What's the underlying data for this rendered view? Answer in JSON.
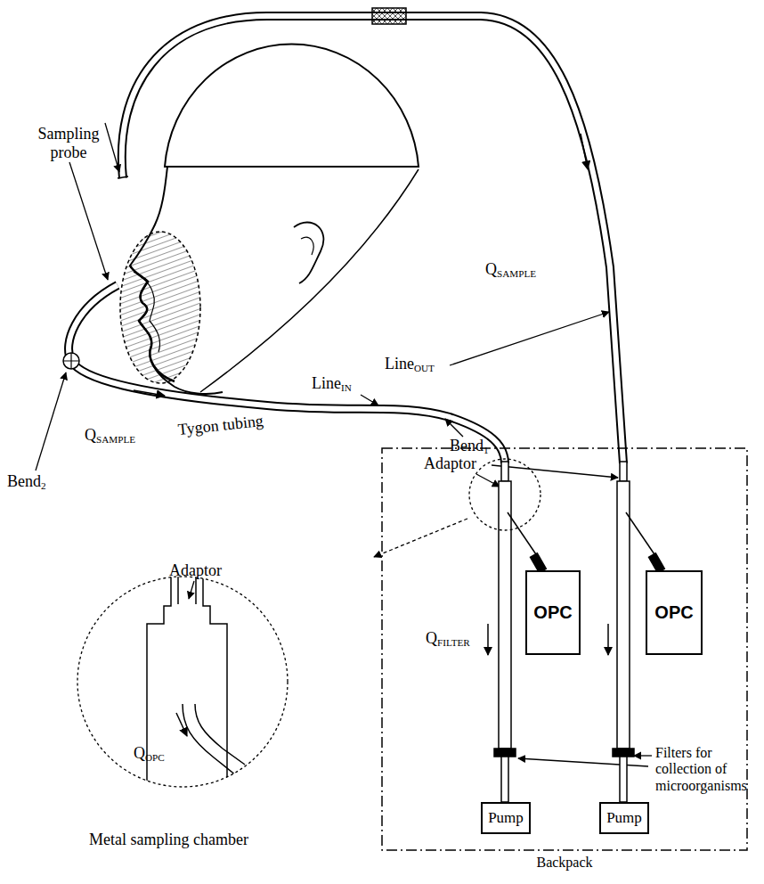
{
  "diagram": {
    "nodes": [
      {
        "text": [
          "Backpack"
        ]
      },
      {
        "text": [
          "OPC"
        ],
        "in": 0
      },
      {
        "text": [
          "OPC"
        ],
        "in": 0
      },
      {
        "text": [
          "Pump"
        ],
        "in": 0
      },
      {
        "text": [
          "Pump"
        ],
        "in": 0
      }
    ],
    "labels": [
      "Sampling probe",
      "QSAMPLE",
      "LineOUT",
      "LineIN",
      "Bend1",
      "Adaptor",
      "QSAMPLE",
      "Tygon tubing",
      "Bend2",
      "Adaptor",
      "QOPC",
      "Metal sampling chamber",
      "QFILTER",
      "Filters for collection of microorganisms"
    ]
  }
}
